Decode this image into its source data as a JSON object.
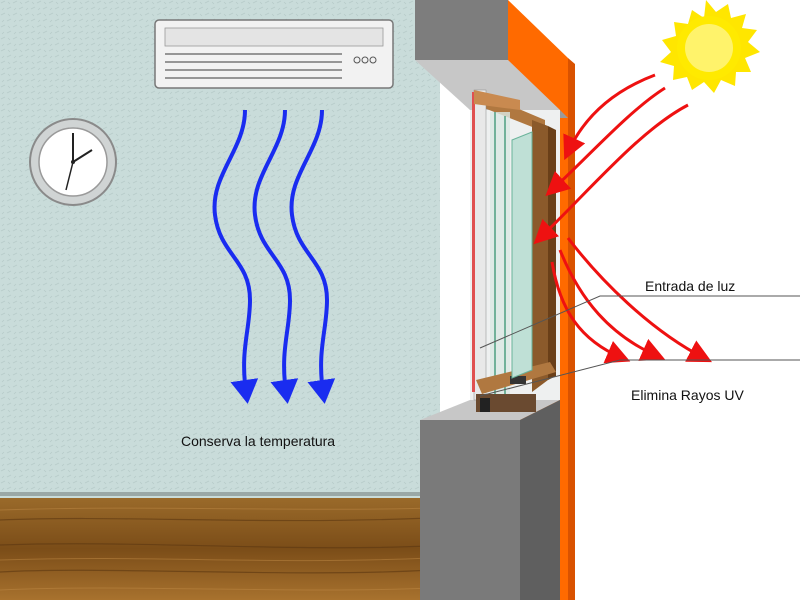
{
  "labels": {
    "light_entry": "Entrada de luz",
    "uv_block": "Elimina Rayos UV",
    "temperature": "Conserva la temperatura"
  },
  "colors": {
    "wall": "#c9dcda",
    "floor": "#8a5a1e",
    "exterior_wall": "#ff6a00",
    "concrete": "#7a7a7a",
    "frame": "#8b5a2b",
    "sun": "#ffe600",
    "heat_arrow": "#ee1111",
    "cool_arrow": "#1a2cf0"
  },
  "icons": [
    "air-conditioner-icon",
    "wall-clock-icon",
    "sun-icon"
  ]
}
